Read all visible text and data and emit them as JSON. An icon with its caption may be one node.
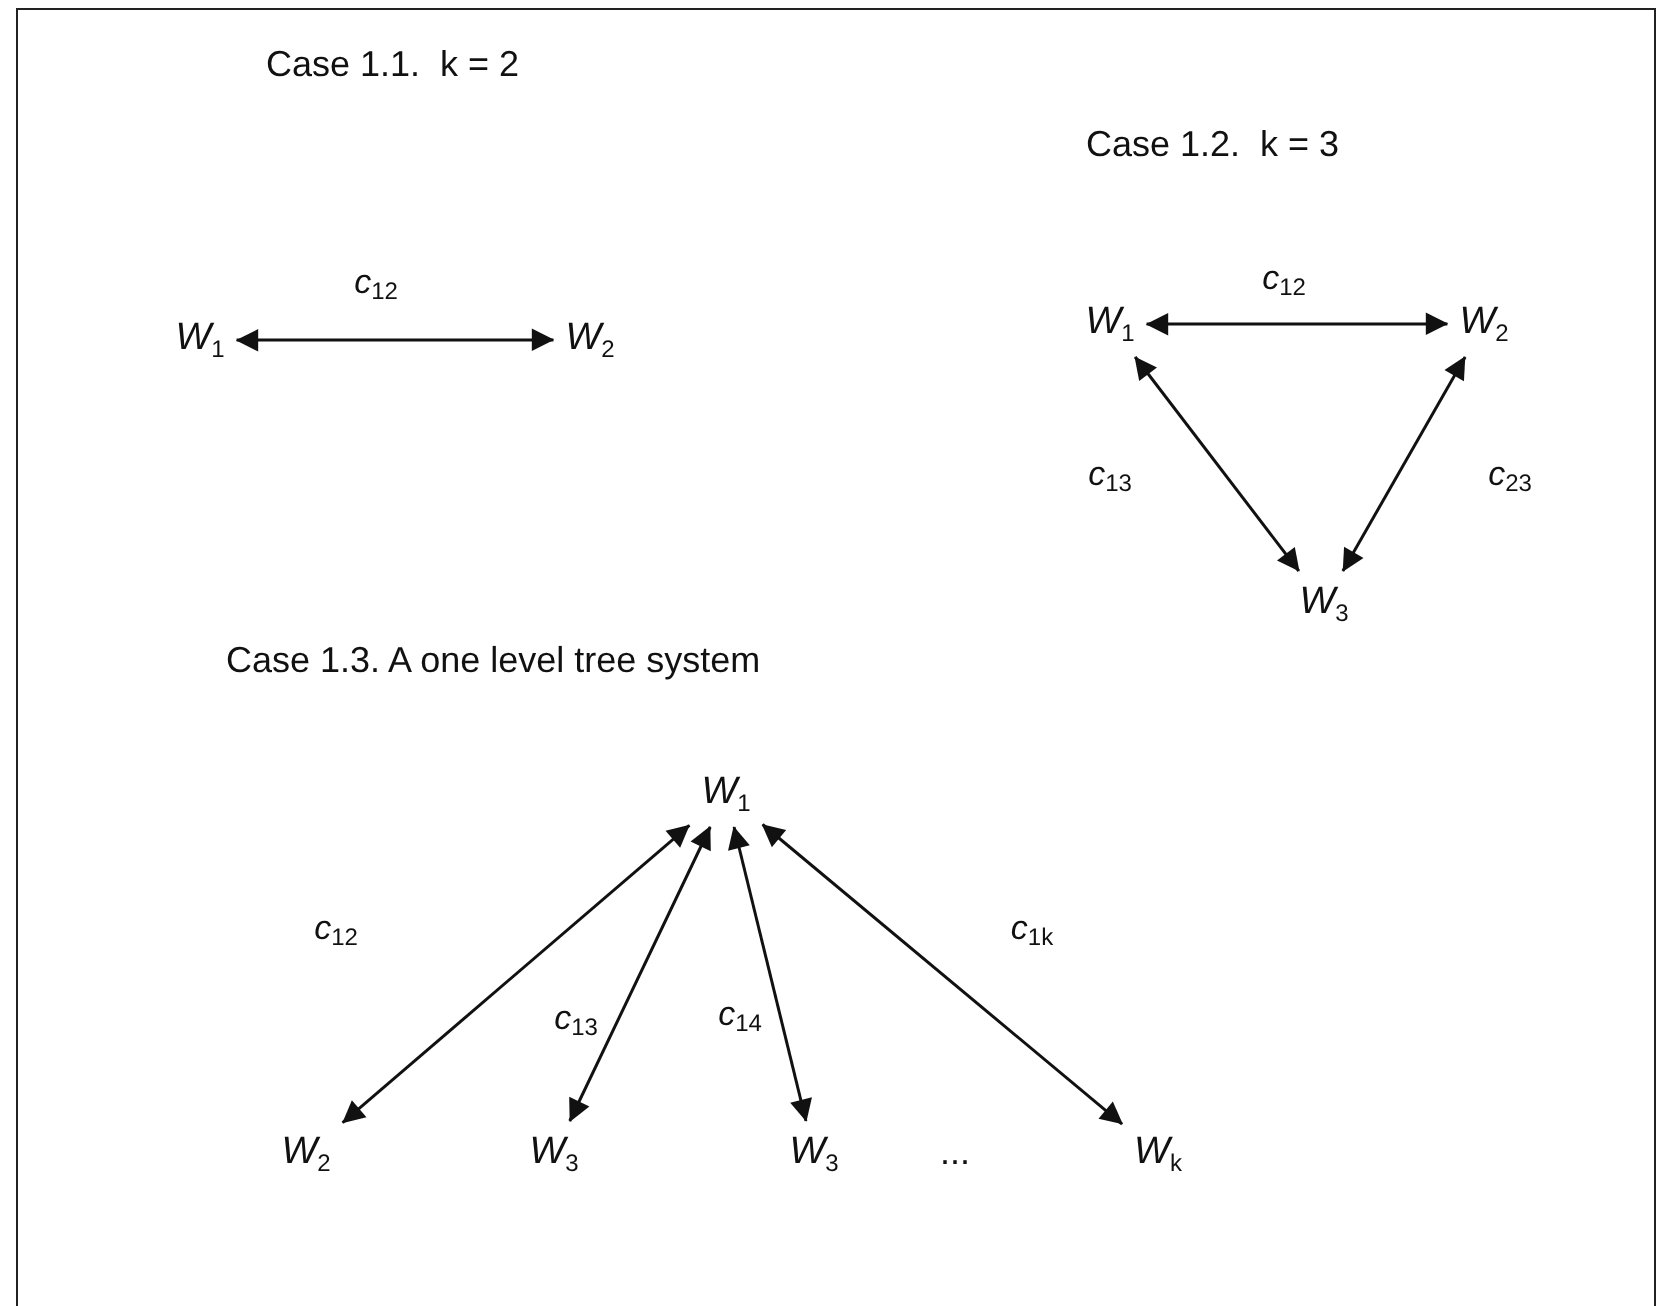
{
  "diagram": {
    "nodes": [
      {
        "text": [
          "W$_{1}$"
        ]
      },
      {
        "text": [
          "W$_{2}$"
        ]
      },
      {
        "text": [
          "W$_{1}$"
        ]
      },
      {
        "text": [
          "W$_{2}$"
        ]
      },
      {
        "text": [
          "W$_{3}$"
        ]
      },
      {
        "text": [
          "W$_{1}$"
        ]
      },
      {
        "text": [
          "W$_{2}$"
        ]
      },
      {
        "text": [
          "W$_{3}$"
        ]
      },
      {
        "text": [
          "W$_{3}$"
        ]
      },
      {
        "text": [
          "W$_{k}$"
        ]
      }
    ],
    "edges": [
      {
        "from": 0,
        "to": 1,
        "arrow": "both",
        "label": "c$_{12}$"
      },
      {
        "from": 2,
        "to": 3,
        "arrow": "both",
        "label": "c$_{12}$"
      },
      {
        "from": 2,
        "to": 4,
        "arrow": "both",
        "label": "c$_{13}$"
      },
      {
        "from": 3,
        "to": 4,
        "arrow": "both",
        "label": "c$_{23}$"
      },
      {
        "from": 5,
        "to": 6,
        "arrow": "both",
        "label": "c$_{12}$"
      },
      {
        "from": 5,
        "to": 7,
        "arrow": "both",
        "label": "c$_{13}$"
      },
      {
        "from": 5,
        "to": 8,
        "arrow": "both",
        "label": "c$_{14}$"
      },
      {
        "from": 5,
        "to": 9,
        "arrow": "both",
        "label": "c$_{1k}$"
      }
    ],
    "labels": [
      "Case 1.1.  k = 2",
      "Case 1.2.  k = 3",
      "Case 1.3. A one level tree system",
      "..."
    ]
  }
}
